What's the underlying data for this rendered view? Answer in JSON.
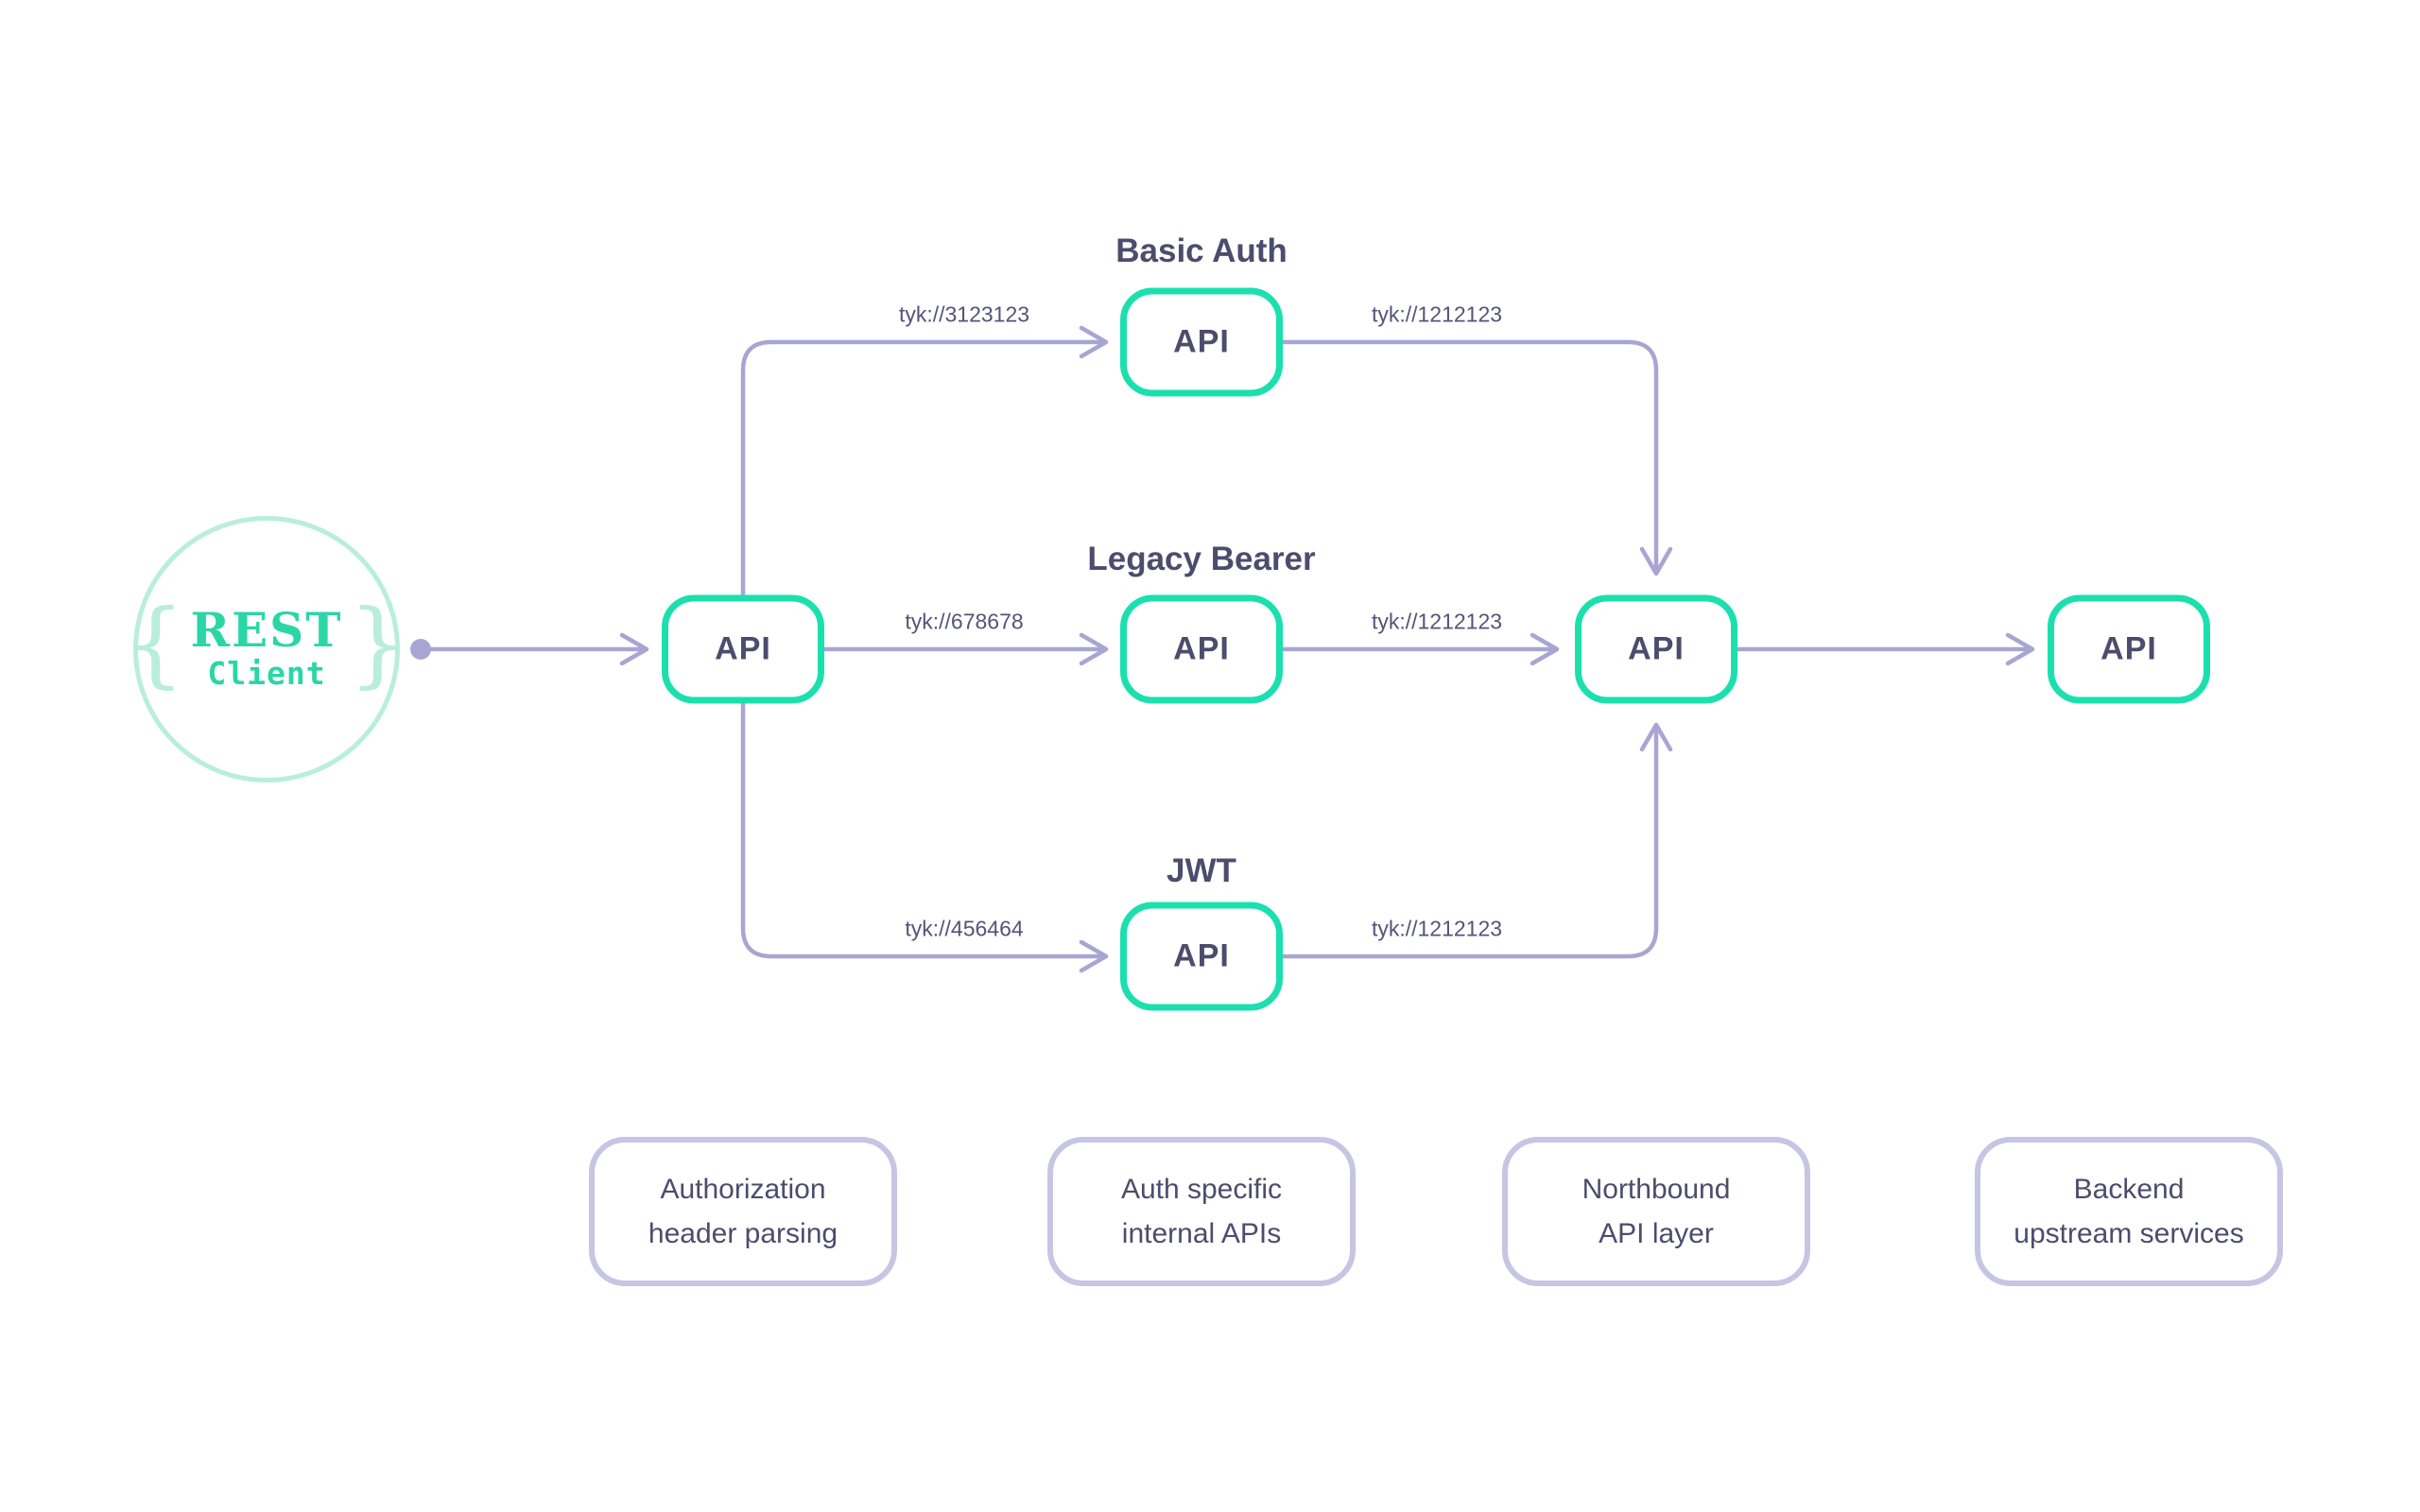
{
  "colors": {
    "teal": "#1be0ae",
    "mint": "#b9eedc",
    "logo_teal": "#2bd6a6",
    "line_purple": "#a9a5d3",
    "slate": "#4c4c6d",
    "label_slate": "#54547a",
    "lavender": "#c7c4e4"
  },
  "client": {
    "brace_left": "{",
    "brace_right": "}",
    "title": "REST",
    "subtitle": "Client"
  },
  "gateway": {
    "entry_api_label": "API",
    "northbound_api_label": "API",
    "backend_api_label": "API"
  },
  "auth_routes": [
    {
      "title": "Basic Auth",
      "api_label": "API",
      "inbound_url": "tyk://3123123",
      "outbound_url": "tyk://1212123"
    },
    {
      "title": "Legacy Bearer",
      "api_label": "API",
      "inbound_url": "tyk://678678",
      "outbound_url": "tyk://1212123"
    },
    {
      "title": "JWT",
      "api_label": "API",
      "inbound_url": "tyk://456464",
      "outbound_url": "tyk://1212123"
    }
  ],
  "legend": [
    {
      "line1": "Authorization",
      "line2": "header parsing"
    },
    {
      "line1": "Auth specific",
      "line2": "internal APIs"
    },
    {
      "line1": "Northbound",
      "line2": "API layer"
    },
    {
      "line1": "Backend",
      "line2": "upstream services"
    }
  ]
}
